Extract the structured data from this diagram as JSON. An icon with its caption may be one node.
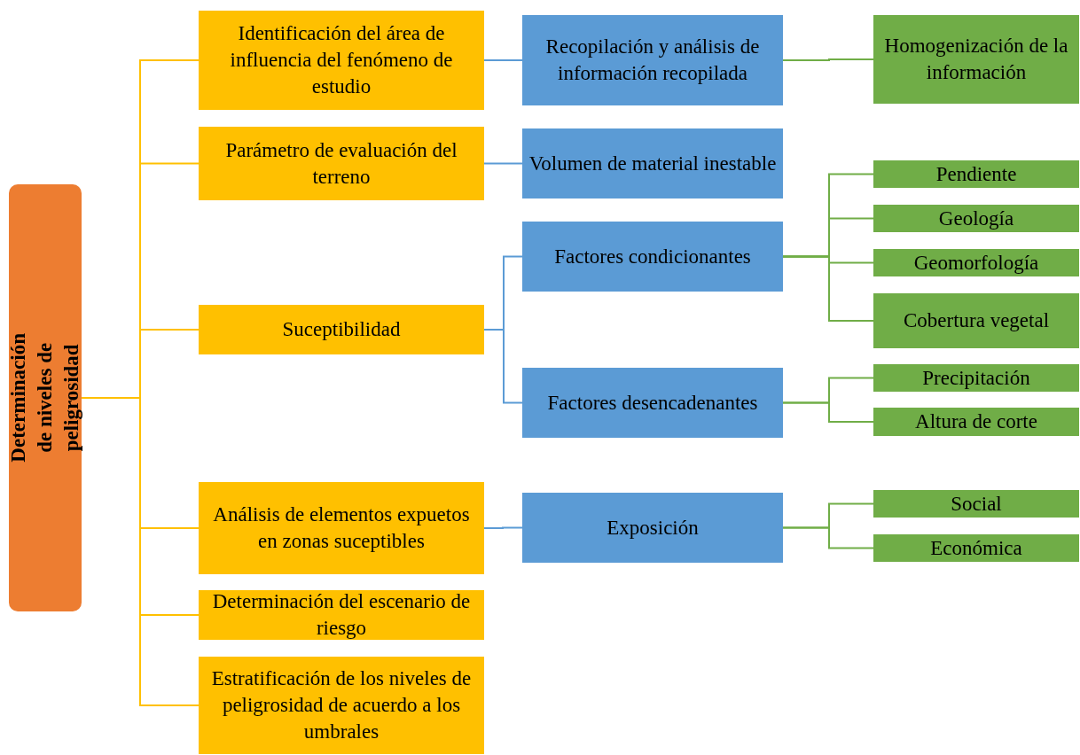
{
  "diagram": {
    "nodes": [
      {
        "text": [
          "Determinación de niveles de peligrosidad"
        ]
      },
      {
        "text": [
          "Identificación del área de influencia del fenómeno de estudio"
        ]
      },
      {
        "text": [
          "Parámetro de evaluación del terreno"
        ]
      },
      {
        "text": [
          "Suceptibilidad"
        ]
      },
      {
        "text": [
          "Análisis de elementos expuetos en zonas suceptibles"
        ]
      },
      {
        "text": [
          "Determinación del escenario de riesgo"
        ]
      },
      {
        "text": [
          "Estratificación de los niveles de peligrosidad de acuerdo a los umbrales"
        ]
      },
      {
        "text": [
          "Recopilación y análisis de información recopilada"
        ]
      },
      {
        "text": [
          "Volumen de material inestable"
        ]
      },
      {
        "text": [
          "Factores condicionantes"
        ]
      },
      {
        "text": [
          "Factores desencadenantes"
        ]
      },
      {
        "text": [
          "Exposición"
        ]
      },
      {
        "text": [
          "Homogenización de la información"
        ]
      },
      {
        "text": [
          "Pendiente"
        ]
      },
      {
        "text": [
          "Geología"
        ]
      },
      {
        "text": [
          "Geomorfología"
        ]
      },
      {
        "text": [
          "Cobertura vegetal"
        ]
      },
      {
        "text": [
          "Precipitación"
        ]
      },
      {
        "text": [
          "Altura de corte"
        ]
      },
      {
        "text": [
          "Social"
        ]
      },
      {
        "text": [
          "Económica"
        ]
      }
    ],
    "edges": [
      {
        "from": 0,
        "to": 1,
        "arrow": "none",
        "color": "#ffc000"
      },
      {
        "from": 0,
        "to": 2,
        "arrow": "none",
        "color": "#ffc000"
      },
      {
        "from": 0,
        "to": 3,
        "arrow": "none",
        "color": "#ffc000"
      },
      {
        "from": 0,
        "to": 4,
        "arrow": "none",
        "color": "#ffc000"
      },
      {
        "from": 0,
        "to": 5,
        "arrow": "none",
        "color": "#ffc000"
      },
      {
        "from": 0,
        "to": 6,
        "arrow": "none",
        "color": "#ffc000"
      },
      {
        "from": 1,
        "to": 7,
        "arrow": "none",
        "color": "#5b9bd5"
      },
      {
        "from": 2,
        "to": 8,
        "arrow": "none",
        "color": "#5b9bd5"
      },
      {
        "from": 3,
        "to": 9,
        "arrow": "none",
        "color": "#5b9bd5"
      },
      {
        "from": 3,
        "to": 10,
        "arrow": "none",
        "color": "#5b9bd5"
      },
      {
        "from": 4,
        "to": 11,
        "arrow": "none",
        "color": "#5b9bd5"
      },
      {
        "from": 7,
        "to": 12,
        "arrow": "none"
      },
      {
        "from": 9,
        "to": 13,
        "arrow": "none"
      },
      {
        "from": 9,
        "to": 14,
        "arrow": "none"
      },
      {
        "from": 9,
        "to": 15,
        "arrow": "none"
      },
      {
        "from": 9,
        "to": 16,
        "arrow": "none"
      },
      {
        "from": 10,
        "to": 17,
        "arrow": "none"
      },
      {
        "from": 10,
        "to": 18,
        "arrow": "none"
      },
      {
        "from": 11,
        "to": 19,
        "arrow": "none"
      },
      {
        "from": 11,
        "to": 20,
        "arrow": "none"
      }
    ]
  }
}
